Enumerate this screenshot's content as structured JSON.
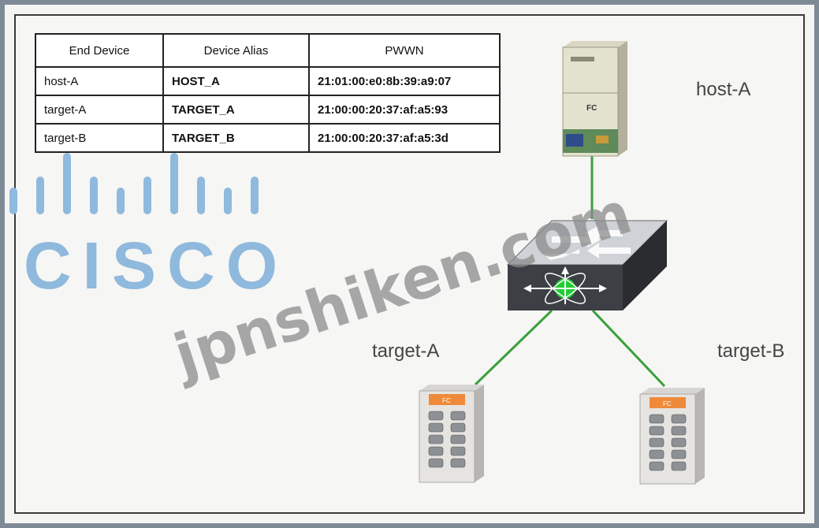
{
  "table": {
    "headers": [
      "End Device",
      "Device Alias",
      "PWWN"
    ],
    "rows": [
      {
        "device": "host-A",
        "alias": "HOST_A",
        "pwwn": "21:01:00:e0:8b:39:a9:07"
      },
      {
        "device": "target-A",
        "alias": "TARGET_A",
        "pwwn": "21:00:00:20:37:af:a5:93"
      },
      {
        "device": "target-B",
        "alias": "TARGET_B",
        "pwwn": "21:00:00:20:37:af:a5:3d"
      }
    ]
  },
  "nodes": {
    "host": {
      "label": "host-A",
      "card_text": "FC"
    },
    "target_a": {
      "label": "target-A",
      "card_text": "FC"
    },
    "target_b": {
      "label": "target-B",
      "card_text": "FC"
    }
  },
  "logo": {
    "text": "CISCO",
    "color": "#8fb9dd"
  },
  "watermark": {
    "text": "jpnshiken.com",
    "color": "#8c8c8c"
  },
  "colors": {
    "link": "#3aa03a",
    "switch_body": "#3c3f44",
    "switch_center": "#22cc33"
  }
}
